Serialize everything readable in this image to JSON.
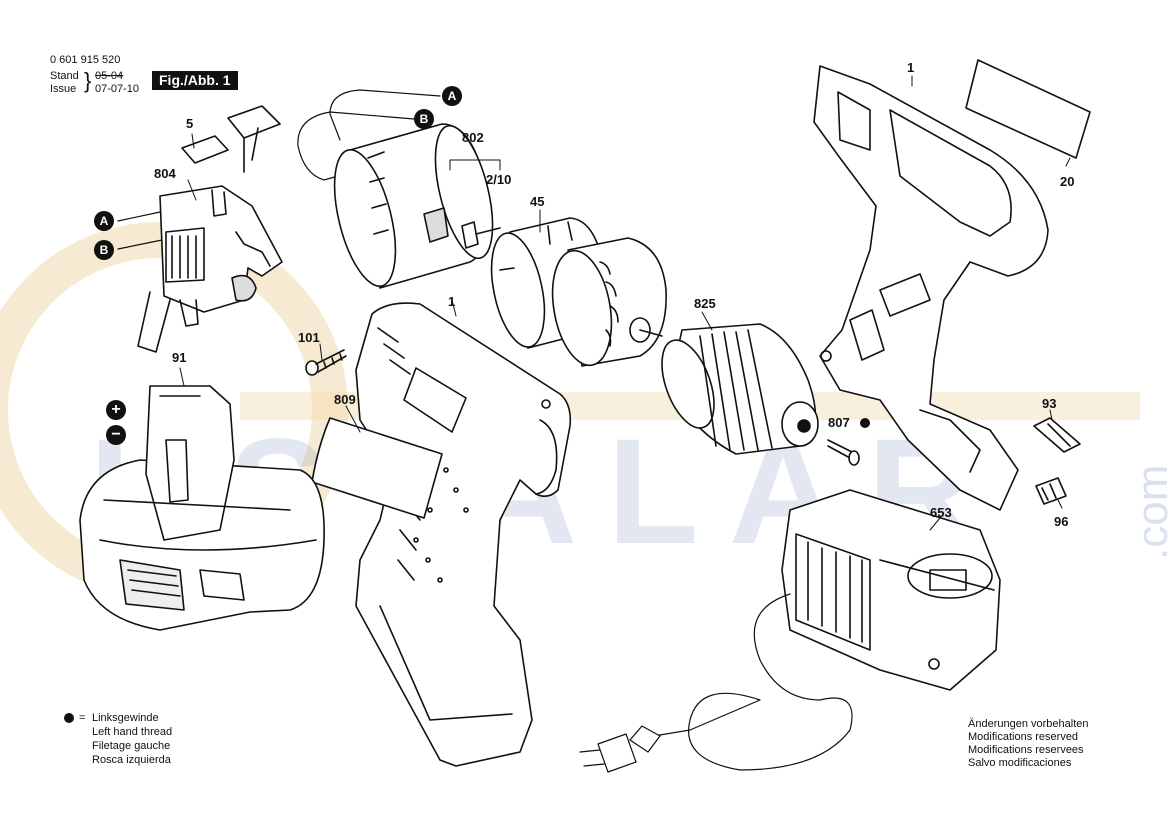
{
  "header": {
    "part_number": "0 601 915 520",
    "stand_label": "Stand",
    "stand_date": "05-04",
    "issue_label": "Issue",
    "issue_date": "07-07-10",
    "figure_label": "Fig./Abb. 1"
  },
  "watermark": {
    "text": "USTALAR",
    "suffix": ".com"
  },
  "parts": {
    "p1_frame": "1",
    "p1_housing": "1",
    "p5": "5",
    "p20": "20",
    "p45": "45",
    "p91": "91",
    "p93": "93",
    "p96": "96",
    "p101": "101",
    "p653": "653",
    "p802": "802",
    "p802_sub": "2/10",
    "p804": "804",
    "p807": "807",
    "p809": "809",
    "p825": "825"
  },
  "connectors": {
    "a": "A",
    "b": "B"
  },
  "polarity": {
    "plus": "+",
    "minus": "−"
  },
  "legend_left": {
    "symbol_eq": "=",
    "lines": [
      "Linksgewinde",
      "Left hand thread",
      "Filetage gauche",
      "Rosca izquierda"
    ]
  },
  "legend_right": {
    "lines": [
      "Änderungen vorbehalten",
      "Modifications reserved",
      "Modifications reservees",
      "Salvo modificaciones"
    ]
  },
  "colors": {
    "ink": "#111111",
    "watermark_orange": "#f2dcb4",
    "watermark_blue": "#b5c5e0"
  }
}
